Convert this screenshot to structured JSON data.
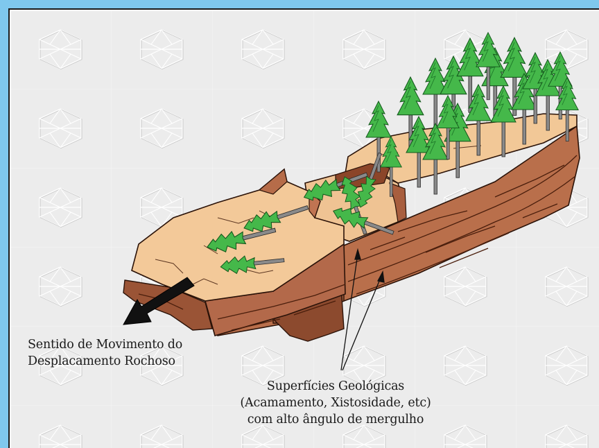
{
  "labels": {
    "movement": {
      "line1": "Sentido de Movimento do",
      "line2": "Desplacamento Rochoso"
    },
    "surfaces": {
      "line1": "Superfícies Geológicas",
      "line2": "(Acamamento, Xistosidade, etc)",
      "line3": "com alto ângulo de mergulho"
    }
  },
  "colors": {
    "page_background": "#7fc8ee",
    "panel_background": "#ececec",
    "pattern_stroke": "#ffffff",
    "rock_top": "#f3c999",
    "rock_side": "#b86e4c",
    "rock_dark": "#7a3a22",
    "tree_foliage": "#3fae3f",
    "tree_foliage_dark": "#1f7a2a",
    "tree_trunk": "#7a7a7a",
    "arrow": "#111111"
  },
  "icons": [
    "movement-arrow",
    "pointer-arrow",
    "pine-tree-icon",
    "fallen-tree-icon"
  ]
}
